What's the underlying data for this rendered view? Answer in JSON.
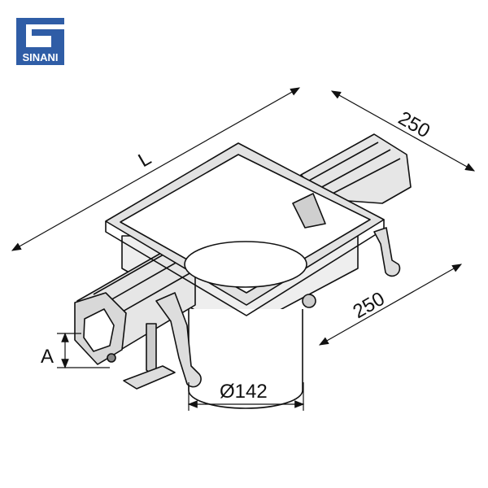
{
  "logo": {
    "text": "SINANI",
    "color": "#2f5da6"
  },
  "dimensions": {
    "length": "L",
    "width_top": "250",
    "width_right": "250",
    "height": "A",
    "diameter": "Ø142"
  }
}
